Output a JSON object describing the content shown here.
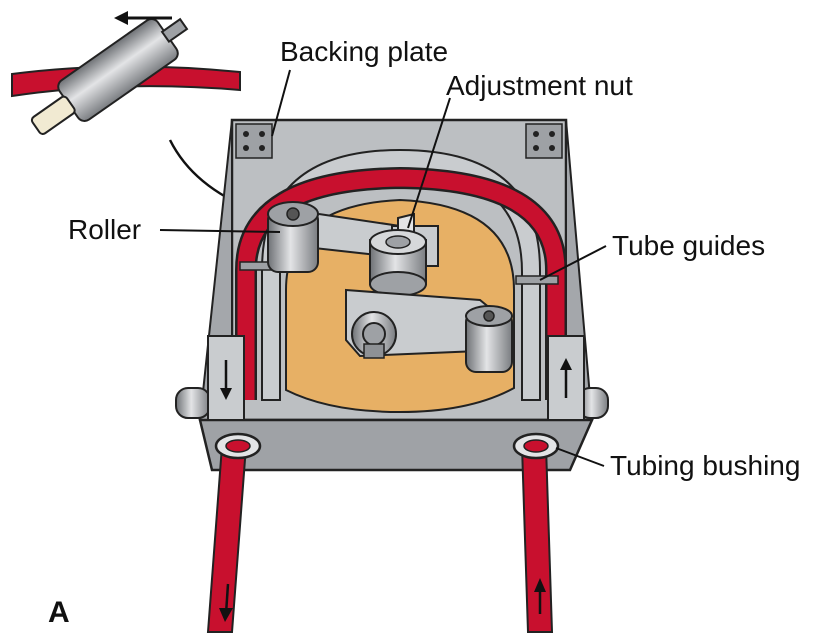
{
  "labels": {
    "backing_plate": "Backing plate",
    "adjustment_nut": "Adjustment nut",
    "roller": "Roller",
    "tube_guides": "Tube guides",
    "tubing_bushing": "Tubing bushing"
  },
  "panel_letter": "A",
  "colors": {
    "tubing": "#c8102e",
    "housing": "#b9bcbf",
    "backing": "#e7b065",
    "outline": "#222222"
  }
}
